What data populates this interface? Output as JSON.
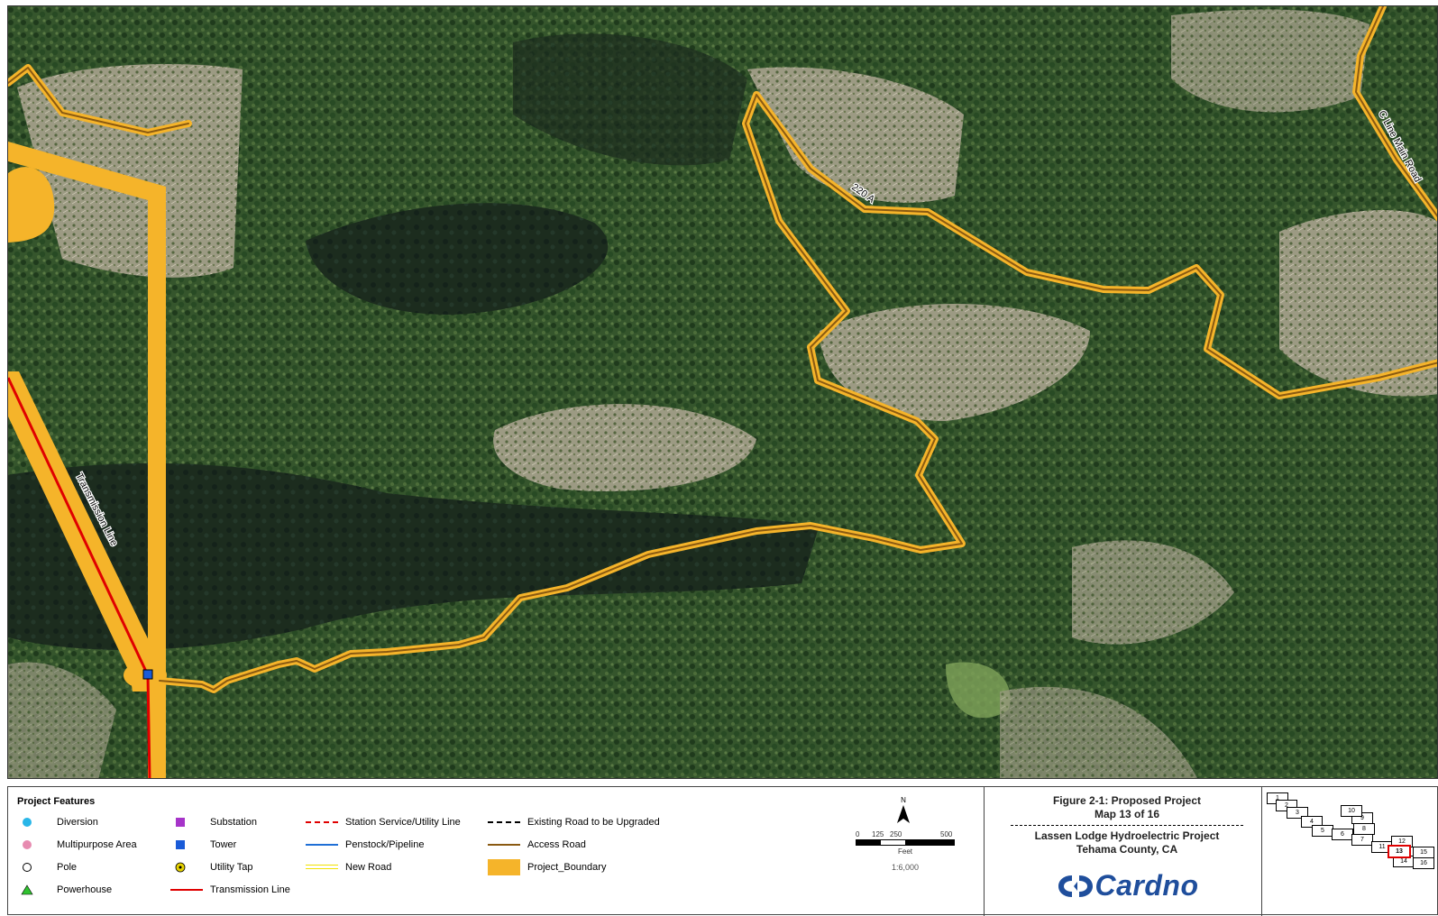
{
  "map": {
    "road_labels": [
      "220 A",
      "C Line Main Road"
    ],
    "transmission_label": "Transmission Line",
    "colors": {
      "project_boundary": "#f5a623",
      "access_road": "#8a5a12",
      "transmission_line": "#e00000",
      "tower": "#1a5bd8"
    }
  },
  "legend": {
    "title": "Project Features",
    "items": [
      {
        "label": "Diversion",
        "symbol": "circle",
        "color": "#29b6e8"
      },
      {
        "label": "Multipurpose Area",
        "symbol": "circle",
        "color": "#e78bb0"
      },
      {
        "label": "Pole",
        "symbol": "circle-outline",
        "color": "#ffffff"
      },
      {
        "label": "Powerhouse",
        "symbol": "triangle",
        "color": "#2fc22f"
      },
      {
        "label": "Substation",
        "symbol": "square",
        "color": "#a634c9"
      },
      {
        "label": "Tower",
        "symbol": "square",
        "color": "#1a5bd8"
      },
      {
        "label": "Utility Tap",
        "symbol": "target",
        "color": "#e6d200"
      },
      {
        "label": "Transmission Line",
        "symbol": "line",
        "color": "#e00000"
      },
      {
        "label": "Station Service/Utility Line",
        "symbol": "dashed-line",
        "color": "#e00000"
      },
      {
        "label": "Penstock/Pipeline",
        "symbol": "line",
        "color": "#1f6fd6"
      },
      {
        "label": "New Road",
        "symbol": "double-line",
        "color": "#f2e200"
      },
      {
        "label": "Existing Road to be Upgraded",
        "symbol": "dashed-line",
        "color": "#000000"
      },
      {
        "label": "Access Road",
        "symbol": "line",
        "color": "#8a5a12"
      },
      {
        "label": "Project_Boundary",
        "symbol": "fill",
        "color": "#f5b42a"
      }
    ]
  },
  "north_label": "N",
  "scale": {
    "ticks": [
      "0",
      "125",
      "250",
      "500"
    ],
    "unit": "Feet",
    "ratio": "1:6,000"
  },
  "figure": {
    "title": "Figure 2-1: Proposed Project",
    "subtitle": "Map 13 of 16",
    "project": "Lassen Lodge Hydroelectric Project",
    "county": "Tehama County, CA",
    "company": "Cardno"
  },
  "index_map": {
    "tiles": [
      "1",
      "2",
      "3",
      "4",
      "5",
      "6",
      "7",
      "8",
      "9",
      "10",
      "11",
      "12",
      "13",
      "14",
      "15",
      "16"
    ],
    "current": "13"
  }
}
